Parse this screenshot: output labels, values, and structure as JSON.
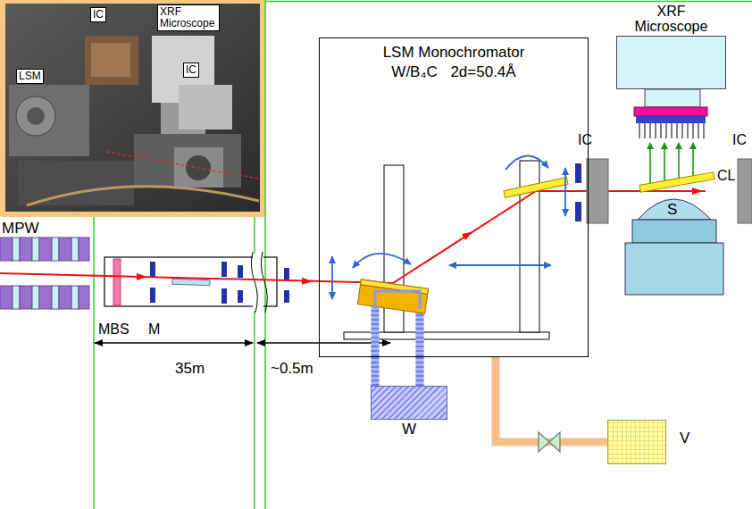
{
  "diagram": {
    "nodes": [
      {
        "text": [
          "LSM Monochromator",
          "W/B₄C 2d=50.4Å"
        ]
      },
      {
        "text": [
          "W"
        ]
      },
      {
        "text": [
          "V"
        ]
      },
      {
        "text": [
          "XRF Microscope"
        ]
      }
    ],
    "edges": [
      {
        "from": 0,
        "to": 1,
        "arrow": "none"
      },
      {
        "from": 0,
        "to": 2,
        "arrow": "none"
      }
    ],
    "labels": [
      "IC",
      "XRF Microscope",
      "LSM",
      "IC",
      "MPW",
      "MBS",
      "M",
      "35m",
      "~0.5m",
      "IC",
      "IC",
      "CL",
      "S"
    ]
  }
}
